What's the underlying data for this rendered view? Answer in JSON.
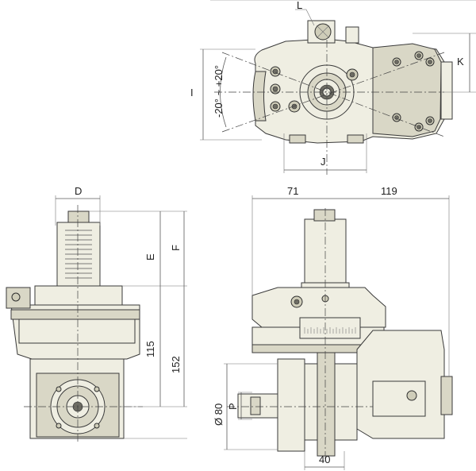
{
  "labels": {
    "L": "L",
    "K": "K",
    "I": "I",
    "J": "J",
    "angle": "-20° ~ +20°",
    "D": "D",
    "E": "E",
    "F": "F",
    "d115": "115",
    "d152": "152",
    "d71": "71",
    "d119": "119",
    "d80": "Ø 80",
    "P": "P",
    "d40": "40"
  },
  "colors": {
    "body": "#efeee2",
    "outline": "#3a3a3a",
    "dimension_line": "#5a5a5a"
  }
}
